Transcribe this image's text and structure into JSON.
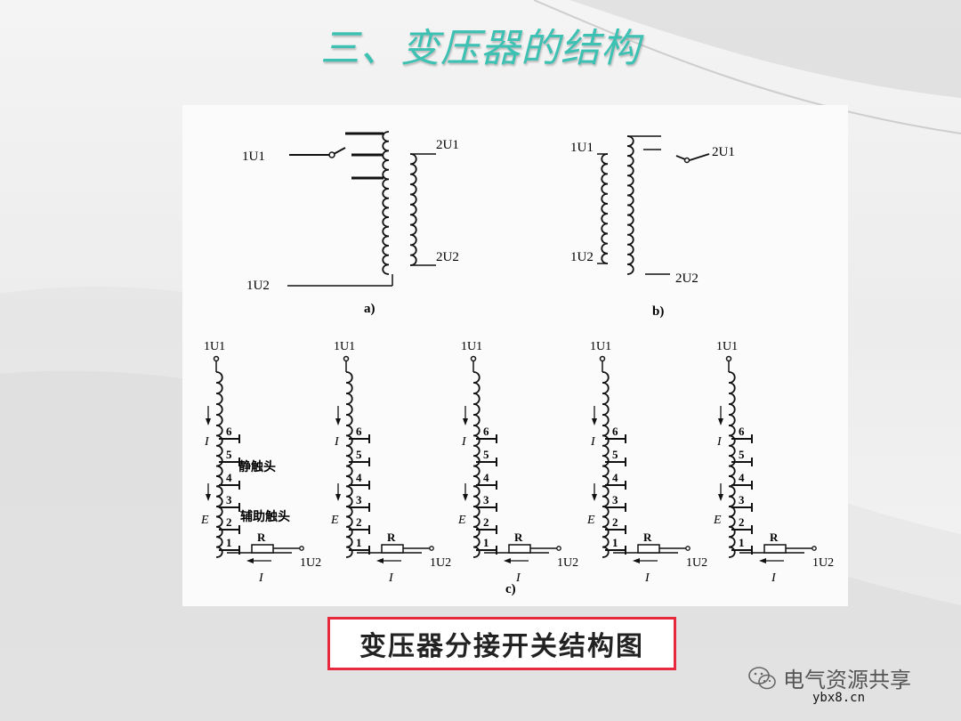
{
  "title": "三、变压器的结构",
  "caption": "变压器分接开关结构图",
  "watermark": {
    "text": "电气资源共享",
    "site": "ybx8.cn"
  },
  "diagram": {
    "a": {
      "label": "a)",
      "terminals": [
        "1U1",
        "1U2",
        "2U1",
        "2U2"
      ]
    },
    "b": {
      "label": "b)",
      "terminals": [
        "1U1",
        "1U2",
        "2U1",
        "2U2"
      ]
    },
    "c": {
      "label": "c)",
      "top_terminal": "1U1",
      "bottom_terminal": "1U2",
      "resistor": "R",
      "current": "I",
      "emf": "E",
      "taps": [
        "6",
        "5",
        "4",
        "3",
        "2",
        "1"
      ],
      "static_contact": "静触头",
      "aux_contact": "辅助触头"
    }
  },
  "colors": {
    "title": "#3cc1b3",
    "caption_border": "#e8283c"
  }
}
